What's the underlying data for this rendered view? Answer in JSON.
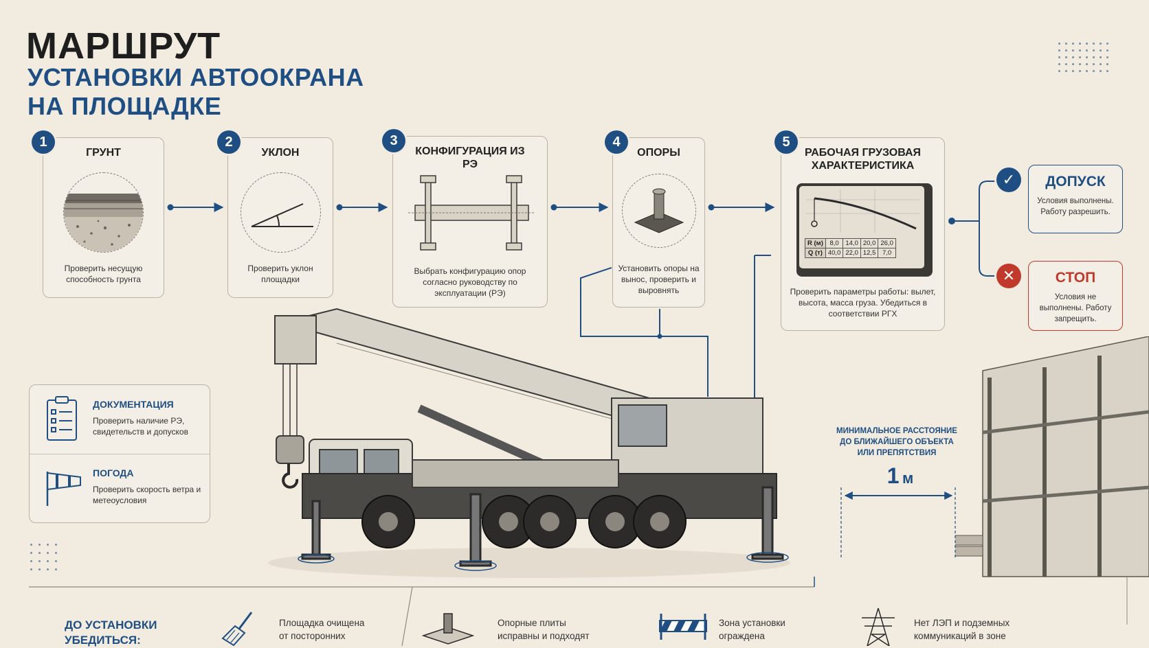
{
  "title": {
    "line1": "МАРШРУТ",
    "line2": "УСТАНОВКИ АВТООКРАНА",
    "line3": "НА ПЛОЩАДКЕ"
  },
  "steps": [
    {
      "num": "1",
      "title": "ГРУНТ",
      "desc": "Проверить несущую способность грунта"
    },
    {
      "num": "2",
      "title": "УКЛОН",
      "desc": "Проверить уклон площадки"
    },
    {
      "num": "3",
      "title": "КОНФИГУРАЦИЯ ИЗ РЭ",
      "desc": "Выбрать конфигурацию опор согласно руководству по эксплуатации (РЭ)"
    },
    {
      "num": "4",
      "title": "ОПОРЫ",
      "desc": "Установить опоры на вынос, проверить и выровнять"
    },
    {
      "num": "5",
      "title": "РАБОЧАЯ ГРУЗОВАЯ ХАРАКТЕРИСТИКА",
      "desc": "Проверить параметры работы: вылет, высота, масса груза. Убедиться в соответствии РГХ"
    }
  ],
  "rgx_table": {
    "r_label": "R (м)",
    "q_label": "Q (т)",
    "r_values": [
      "8,0",
      "14,0",
      "20,0",
      "26,0"
    ],
    "q_values": [
      "40,0",
      "22,0",
      "12,5",
      "7,0"
    ]
  },
  "outcomes": {
    "allow": {
      "title": "ДОПУСК",
      "desc": "Условия выполнены. Работу разрешить."
    },
    "stop": {
      "title": "СТОП",
      "desc": "Условия не выполнены. Работу запрещить."
    }
  },
  "side_panel": {
    "documentation": {
      "title": "ДОКУМЕНТАЦИЯ",
      "desc": "Проверить наличие РЭ, свидетельств и допусков"
    },
    "weather": {
      "title": "ПОГОДА",
      "desc": "Проверить скорость ветра и метеоусловия"
    }
  },
  "distance": {
    "label": "МИНИМАЛЬНОЕ РАССТОЯНИЕ ДО БЛИЖАЙШЕГО ОБЪЕКТА ИЛИ ПРЕПЯТСТВИЯ",
    "value": "1",
    "unit": "м"
  },
  "bottom": {
    "heading": "ДО УСТАНОВКИ УБЕДИТЬСЯ:",
    "items": [
      "Площадка очищена от посторонних",
      "Опорные плиты исправны и подходят",
      "Зона установки ограждена",
      "Нет ЛЭП и подземных коммуникаций в зоне"
    ]
  },
  "colors": {
    "accent": "#1f4f82",
    "allow": "#1f4f82",
    "stop": "#c0392b",
    "background": "#f1ebe0"
  }
}
